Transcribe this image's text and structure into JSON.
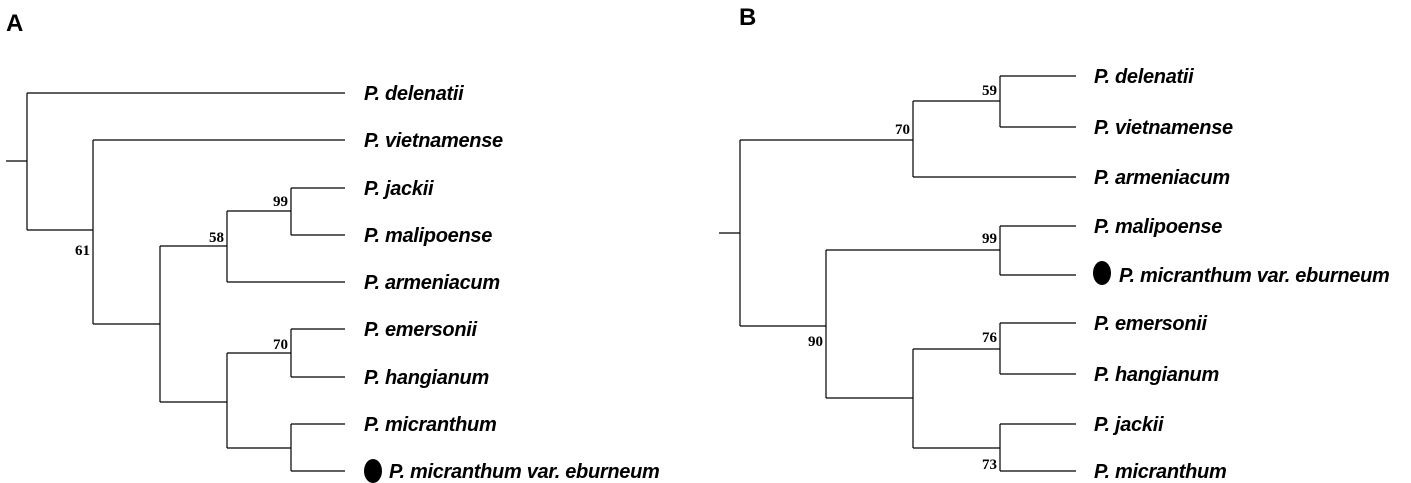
{
  "panels": [
    {
      "label": "A",
      "taxa": [
        "P. delenatii",
        "P. vietnamense",
        "P. jackii",
        "P. malipoense",
        "P. armeniacum",
        "P. emersonii",
        "P. hangianum",
        "P. micranthum",
        "P. micranthum var. eburneum"
      ],
      "marked_taxon": "P. micranthum var. eburneum",
      "support_values": [
        "61",
        "58",
        "99",
        "70"
      ]
    },
    {
      "label": "B",
      "taxa": [
        "P. delenatii",
        "P. vietnamense",
        "P. armeniacum",
        "P. malipoense",
        "P. micranthum var. eburneum",
        "P. emersonii",
        "P. hangianum",
        "P. jackii",
        "P. micranthum"
      ],
      "marked_taxon": "P. micranthum var. eburneum",
      "support_values": [
        "70",
        "59",
        "99",
        "90",
        "76",
        "73"
      ]
    }
  ]
}
